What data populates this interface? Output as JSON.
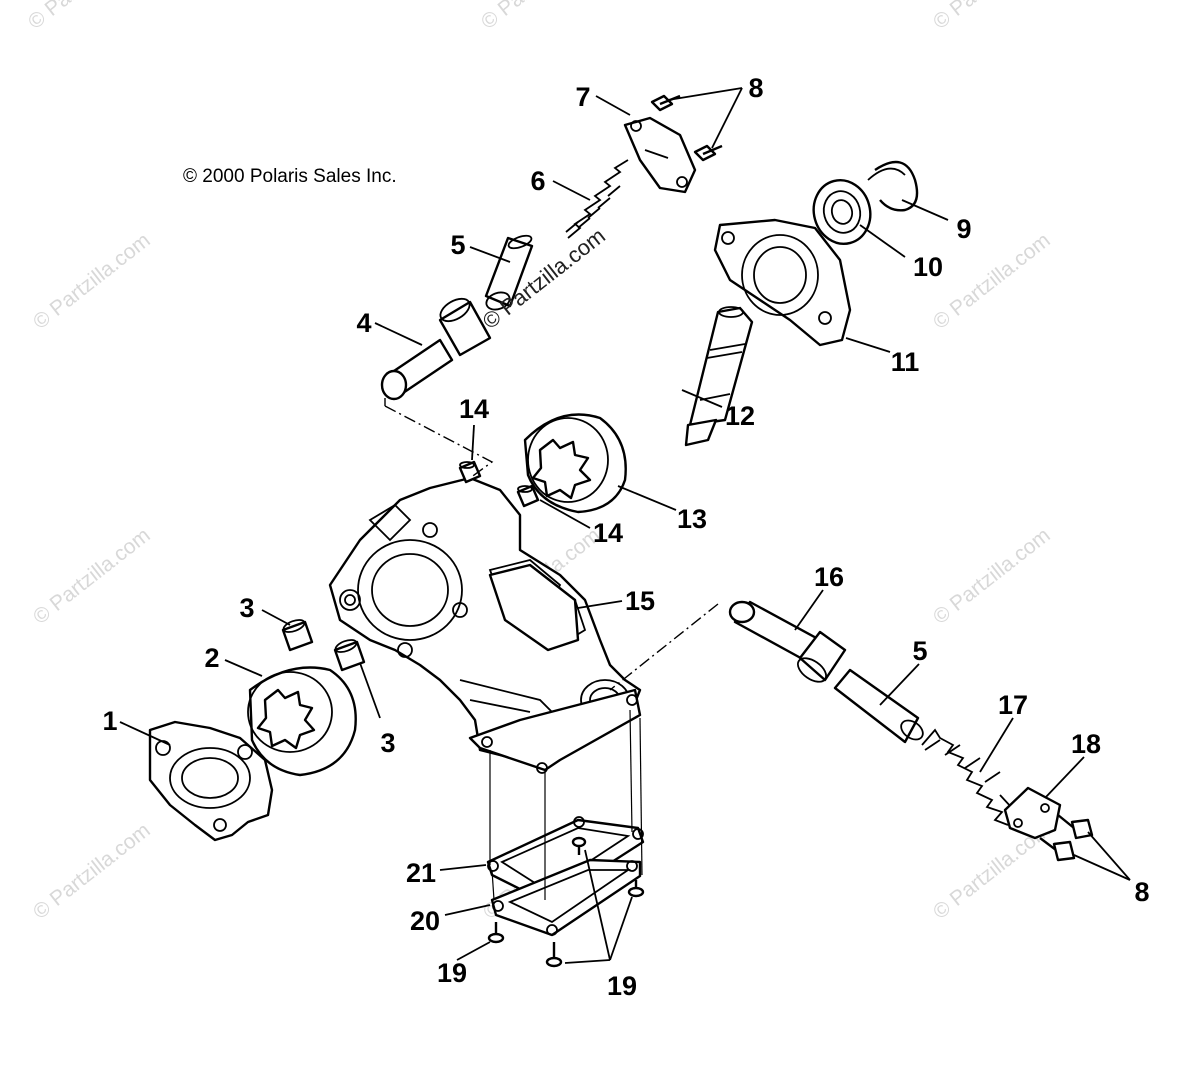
{
  "diagram": {
    "copyright": "© 2000 Polaris Sales Inc.",
    "watermark": "© Partzilla.com",
    "callouts": [
      "1",
      "2",
      "3",
      "3",
      "4",
      "5",
      "5",
      "6",
      "7",
      "8",
      "8",
      "9",
      "10",
      "11",
      "12",
      "13",
      "14",
      "14",
      "15",
      "16",
      "17",
      "18",
      "19",
      "19",
      "20",
      "21"
    ]
  }
}
